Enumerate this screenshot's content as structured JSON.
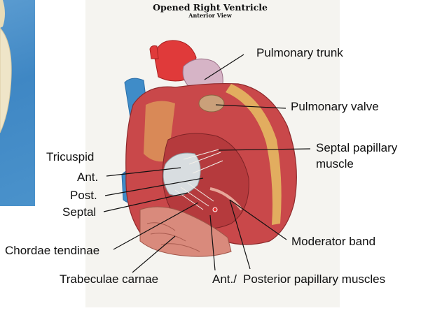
{
  "title": "Opened Right Ventricle",
  "subtitle": "Anterior View",
  "labels": {
    "pulmonary_trunk": "Pulmonary trunk",
    "pulmonary_valve": "Pulmonary valve",
    "septal_papillary": "Septal papillary",
    "muscle": "muscle",
    "tricuspid": "Tricuspid",
    "ant": "Ant.",
    "post": "Post.",
    "septal": "Septal",
    "chordae_tendinae": "Chordae tendinae",
    "moderator_band": "Moderator band",
    "trabeculae_carnae": "Trabeculae carnae",
    "ant_slash": "Ant./",
    "posterior_papillary_muscles": "Posterior papillary muscles"
  },
  "colors": {
    "myocardium": "#c9484a",
    "aorta": "#e03a3a",
    "pulmonary": "#c8a0b4",
    "fat": "#e6c063",
    "vein": "#3f8cc8",
    "valve": "#d8dde0"
  }
}
